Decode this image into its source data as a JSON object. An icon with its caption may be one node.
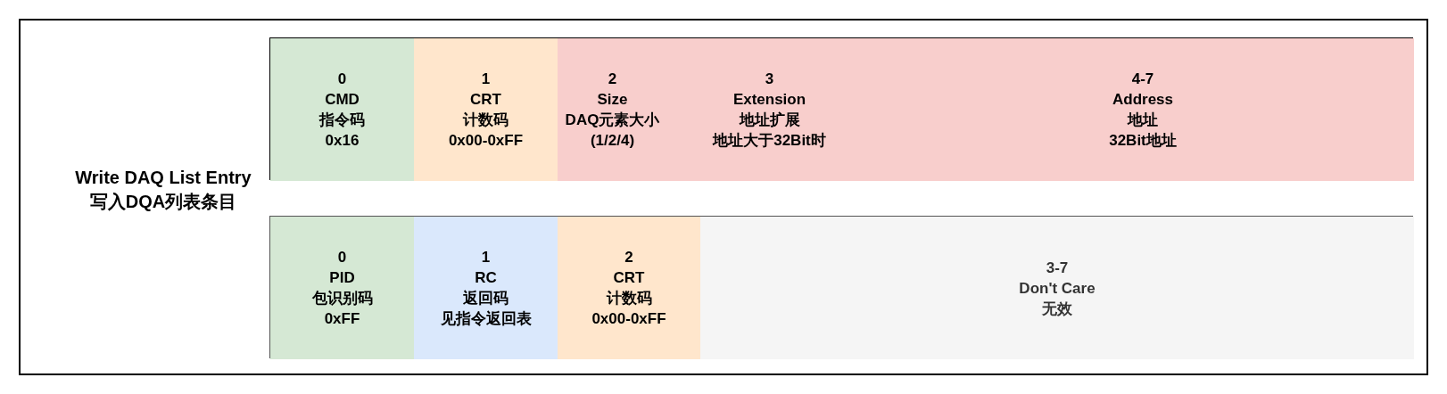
{
  "diagram": {
    "nodes": [
      {
        "text": [
          "Write DAQ List Entry 写入DQA列表条目"
        ]
      },
      {
        "text": [],
        "shape": "box",
        "in": 0
      },
      {
        "text": [
          "0",
          "CMD",
          "指令码",
          "0x16"
        ],
        "in": 1
      },
      {
        "text": [
          "1",
          "CRT",
          "计数码",
          "0x00-0xFF"
        ],
        "in": 1
      },
      {
        "text": [
          "2",
          "Size",
          "DAQ元素大小",
          "(1/2/4)"
        ],
        "in": 1
      },
      {
        "text": [
          "3",
          "Extension",
          "地址扩展",
          "地址大于32Bit时"
        ],
        "in": 1
      },
      {
        "text": [
          "4-7",
          "Address",
          "地址",
          "32Bit地址"
        ],
        "in": 1
      },
      {
        "text": [],
        "shape": "box",
        "in": 0
      },
      {
        "text": [
          "0",
          "PID",
          "包识别码",
          "0xFF"
        ],
        "in": 7
      },
      {
        "text": [
          "1",
          "RC",
          "返回码",
          "见指令返回表"
        ],
        "in": 7
      },
      {
        "text": [
          "2",
          "CRT",
          "计数码",
          "0x00-0xFF"
        ],
        "in": 7
      },
      {
        "text": [
          "3-7",
          "Don't Care",
          "无效"
        ],
        "in": 7
      }
    ],
    "edges": []
  }
}
